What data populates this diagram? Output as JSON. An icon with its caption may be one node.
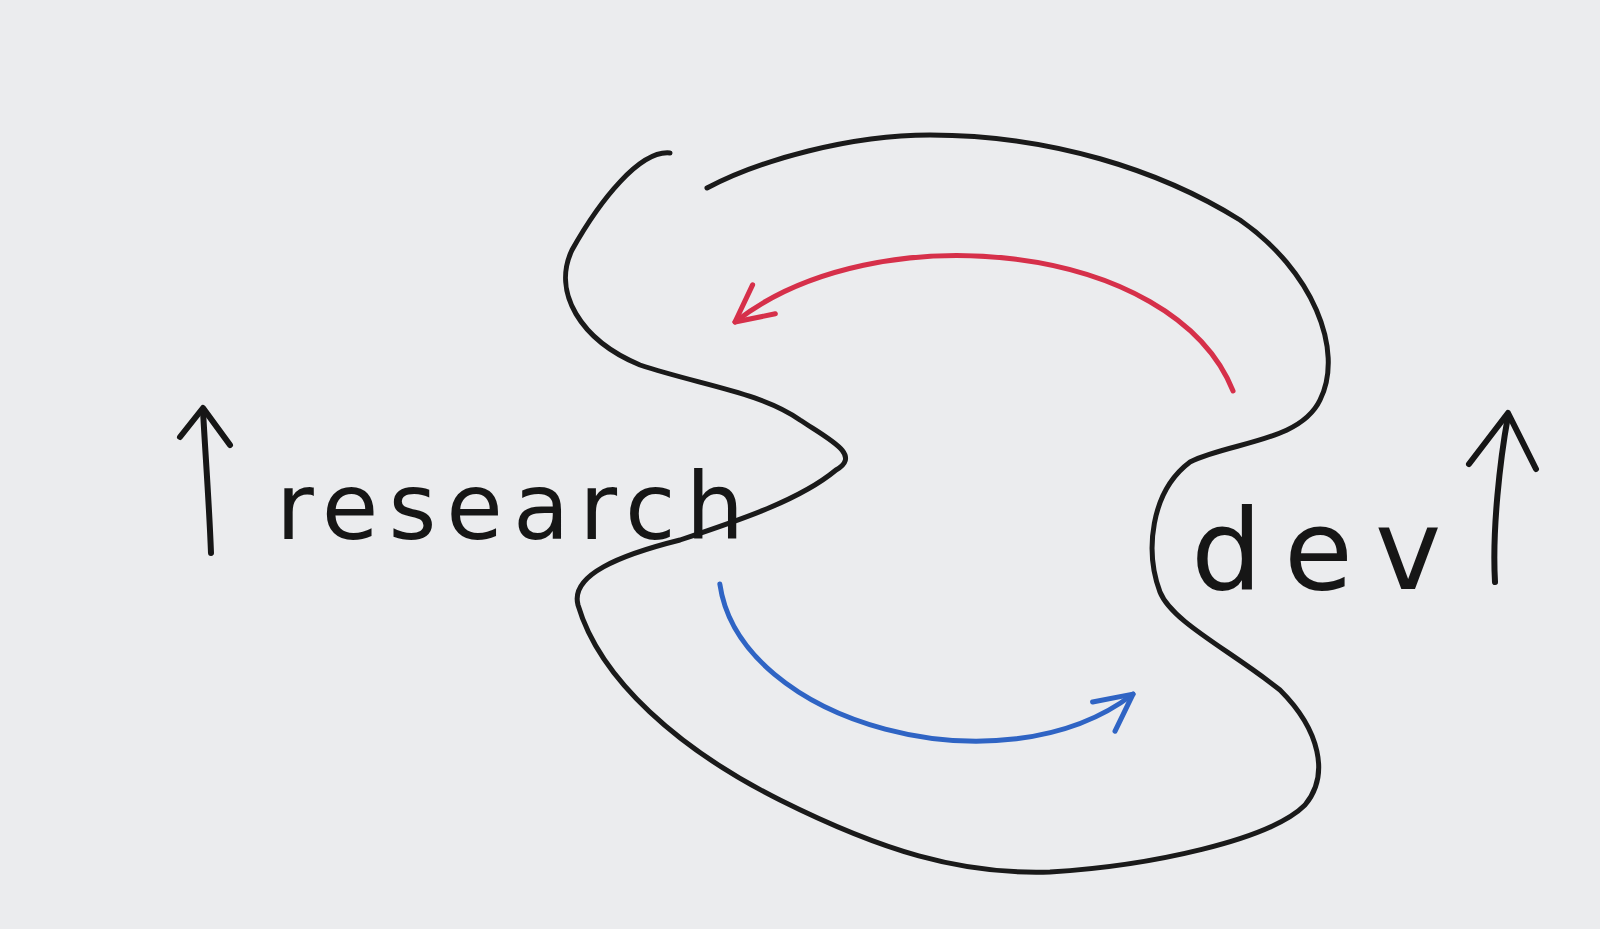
{
  "diagram": {
    "nodes": [
      {
        "text": [
          "research"
        ]
      },
      {
        "text": [
          "dev"
        ]
      }
    ],
    "edges": [
      {
        "from": 1,
        "to": 0,
        "arrow": "to",
        "color": "#d6304a"
      },
      {
        "from": 0,
        "to": 1,
        "arrow": "to",
        "color": "#2f64c4"
      }
    ]
  }
}
